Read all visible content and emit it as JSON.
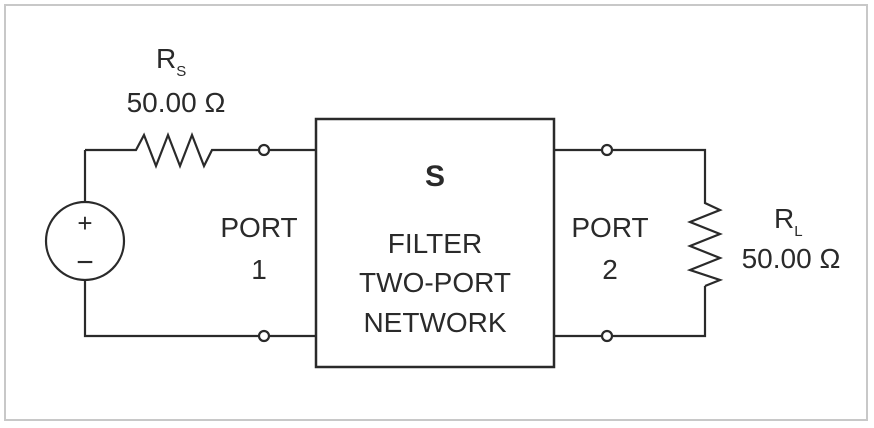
{
  "source_resistor": {
    "symbol": "R",
    "subscript": "S",
    "value": "50.00 Ω"
  },
  "load_resistor": {
    "symbol": "R",
    "subscript": "L",
    "value": "50.00 Ω"
  },
  "source": {
    "plus": "+",
    "minus": "−"
  },
  "port1": {
    "line1": "PORT",
    "line2": "1"
  },
  "port2": {
    "line1": "PORT",
    "line2": "2"
  },
  "network": {
    "symbol": "S",
    "line1": "FILTER",
    "line2": "TWO-PORT",
    "line3": "NETWORK"
  },
  "colors": {
    "line": "#2a2a2a",
    "frame": "#c8c8c8",
    "background": "#ffffff"
  }
}
